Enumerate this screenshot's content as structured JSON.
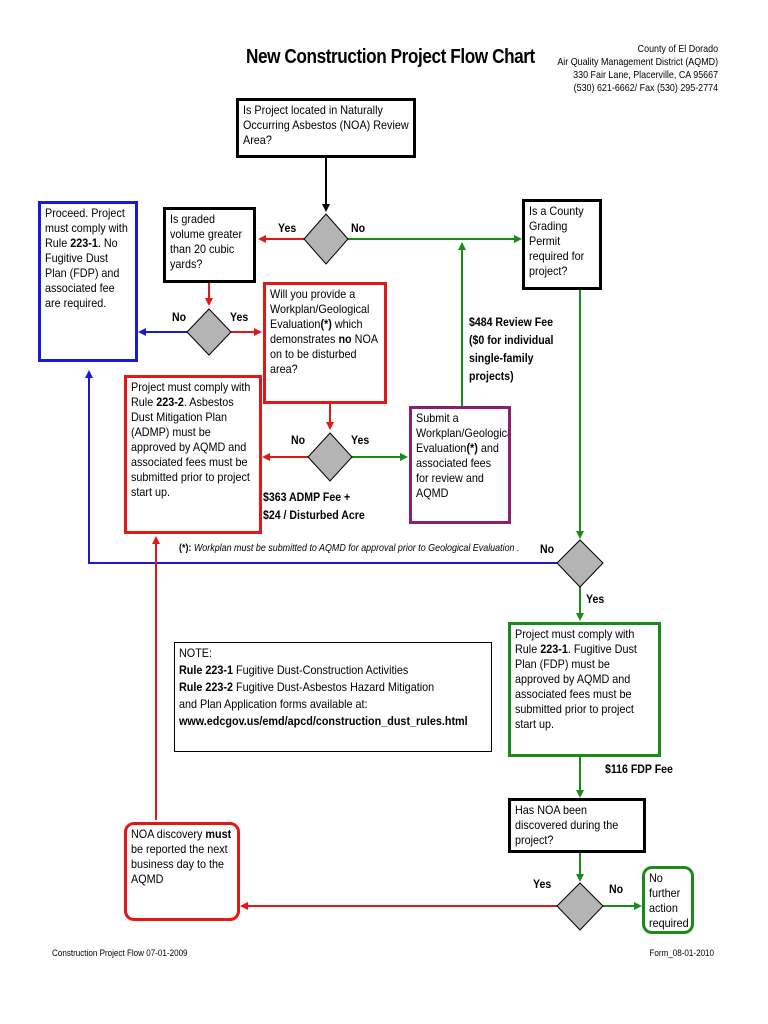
{
  "header": {
    "title": "New Construction Project Flow Chart",
    "agency": [
      "County of El Dorado",
      "Air Quality Management District (AQMD)",
      "330 Fair Lane, Placerville, CA 95667",
      "(530) 621-6662/ Fax (530) 295-2774"
    ]
  },
  "nodes": {
    "noa_area": "Is Project located in Naturally Occurring Asbestos (NOA)  Review Area?",
    "proceed": [
      "Proceed.  Project must comply with Rule ",
      "223-1",
      ".  No Fugitive Dust Plan (FDP) and associated fee are required."
    ],
    "graded_volume": "Is graded volume greater than 20 cubic yards?",
    "workplan_q": [
      "Will you provide a Workplan/Geological Evaluation",
      "(*)",
      " which demonstrates ",
      "no",
      " NOA on to be disturbed area?"
    ],
    "county_permit": "Is a County Grading Permit required for project?",
    "admp": [
      "Project must comply with Rule ",
      "223-2",
      ".  Asbestos Dust Mitigation Plan (ADMP) must be approved by AQMD and associated fees must be submitted prior to project start up."
    ],
    "submit_workplan": [
      "Submit a Workplan/Geological Evaluation",
      "(*)",
      " and associated fees for review and AQMD"
    ],
    "fdp_required": [
      "Project must comply with Rule ",
      "223-1",
      ".  Fugitive Dust Plan (FDP) must be approved by AQMD and associated fees must be submitted  prior to project start up."
    ],
    "noa_discovered_q": "Has NOA been discovered during the project?",
    "noa_report": [
      "NOA discovery ",
      "must",
      " be reported the next business day to the AQMD"
    ],
    "no_further": "No further action required"
  },
  "labels": {
    "yes": "Yes",
    "no": "No",
    "review_fee": [
      "$484 Review Fee",
      "($0 for individual",
      "single-family",
      "projects)"
    ],
    "admp_fee": [
      "$363 ADMP Fee +",
      "$24 / Disturbed Acre"
    ],
    "fdp_fee": "$116 FDP Fee",
    "footnote_mark": "(*):",
    "footnote_text": " Workplan must be submitted to AQMD for approval prior to Geological Evaluation ."
  },
  "note": {
    "heading": "NOTE:",
    "rule1_code": "Rule 223-1",
    "rule1_text": "  Fugitive Dust-Construction Activities",
    "rule2_code": "Rule 223-2",
    "rule2_text": " Fugitive Dust-Asbestos Hazard Mitigation",
    "forms": "and Plan Application forms available at:",
    "url": "www.edcgov.us/emd/apcd/construction_dust_rules.html"
  },
  "footer": {
    "left": "Construction Project Flow 07-01-2009",
    "right": "Form_08-01-2010"
  },
  "colors": {
    "black": "#000000",
    "blue": "#1a1ad6",
    "red": "#e01818",
    "green": "#1a8a1a",
    "purple": "#8a2070",
    "decision_fill": "#b4b4b4"
  }
}
